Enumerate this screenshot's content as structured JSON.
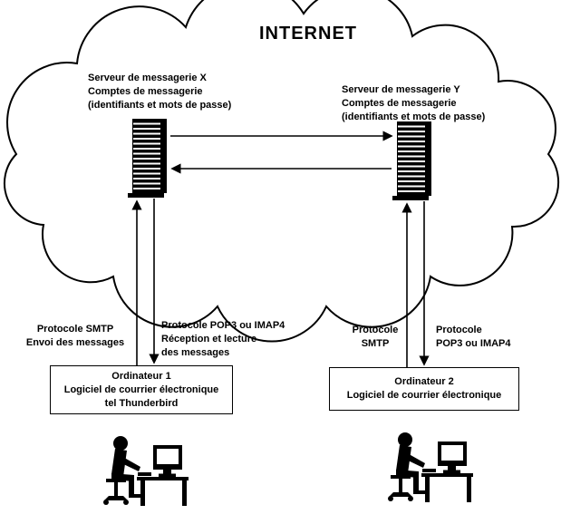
{
  "internet_label": "INTERNET",
  "servers": {
    "x": {
      "label": "Serveur de messagerie X\nComptes de messagerie\n(identifiants et mots de passe)"
    },
    "y": {
      "label": "Serveur de messagerie Y\nComptes de messagerie\n(identifiants et mots de passe)"
    }
  },
  "protocols": {
    "left_smtp": "Protocole SMTP\nEnvoi des messages",
    "left_pop": "Protocole POP3 ou IMAP4\nRéception et lecture\ndes messages",
    "right_smtp": "Protocole\nSMTP",
    "right_pop": "Protocole\nPOP3 ou IMAP4"
  },
  "computers": {
    "computer1": "Ordinateur 1\nLogiciel de courrier électronique\ntel Thunderbird",
    "computer2": "Ordinateur 2\nLogiciel de courrier électronique"
  },
  "icons": {
    "cloud": "internet-cloud",
    "server": "server-tower-icon",
    "user": "person-at-computer-icon",
    "arrows": [
      "server-x-to-y",
      "server-y-to-x",
      "smtp-up-left",
      "pop3-down-left",
      "smtp-up-right",
      "pop3-down-right"
    ]
  },
  "colors": {
    "ink": "#000000",
    "background": "#ffffff"
  }
}
